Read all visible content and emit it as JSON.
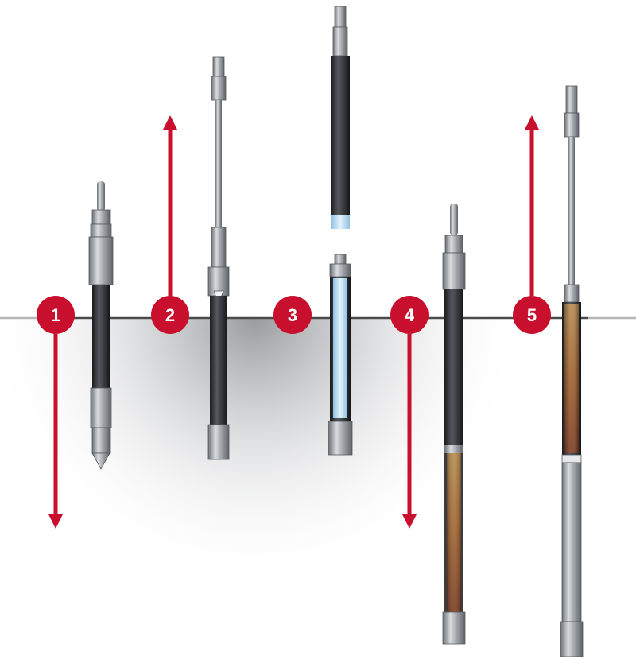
{
  "colors": {
    "accent": "#c8102e",
    "ground_line": "#4a4a4a",
    "soil_shadow": "#8f9094",
    "tube_steel": "#9ea3a8",
    "tube_dark": "#2b2d30",
    "liner_blue": "#bfe0f4",
    "core_sample": "#9a5a2a",
    "background": "#ffffff"
  },
  "steps": [
    {
      "number": "1",
      "direction": "down",
      "tool": "sampler-with-drive-point"
    },
    {
      "number": "2",
      "direction": "up",
      "tool": "drive-head-retraction"
    },
    {
      "number": "3",
      "direction": "none",
      "tool": "liner-insertion"
    },
    {
      "number": "4",
      "direction": "down",
      "tool": "sampler-advanced-with-core"
    },
    {
      "number": "5",
      "direction": "up",
      "tool": "sampler-retrieval-with-core"
    }
  ]
}
